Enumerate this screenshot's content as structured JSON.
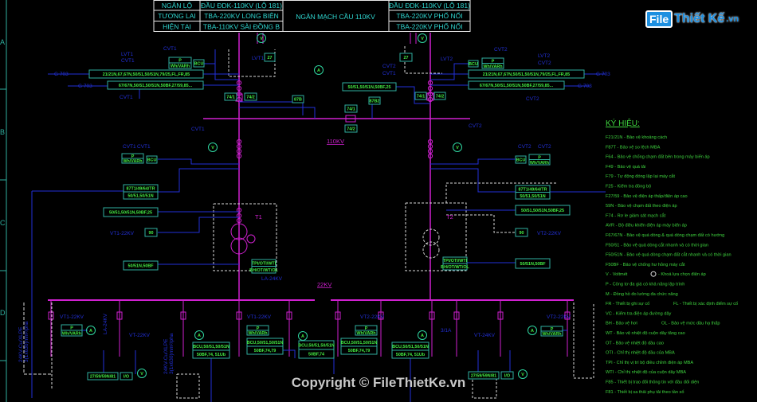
{
  "header_table": {
    "rows": [
      [
        "NGĂN LỘ",
        "ĐẦU ĐDK-110KV (LỘ 181)",
        "ĐẦU ĐDK-110KV (LỘ 181)"
      ],
      [
        "TƯƠNG LAI",
        "TBA-220KV LONG BIÊN",
        "TBA-220KV PHỐ NỐI"
      ],
      [
        "HIỆN TẠI",
        "TBA-110KV SÀI ĐỒNG B",
        "TBA-220KV PHỐ NỐI"
      ]
    ],
    "center": "NGĂN MẠCH CẦU 110KV"
  },
  "watermark": {
    "icon_text": "File",
    "text": "Thiết Kế",
    "suffix": ".vn"
  },
  "ruler": [
    "A",
    "B",
    "C",
    "D"
  ],
  "buses": {
    "hv": "110KV",
    "mv": "22KV"
  },
  "relays": {
    "l_p": [
      "P",
      "Wh/VARh"
    ],
    "l_bcu": "BCU",
    "l_main1": "21/21N,67,67N,50/51,50/51N,79/25,FL,FR,85",
    "l_main2": "67/67N,50/51,50/51N,50BF,27/59,85...",
    "l_27": "27",
    "l_741": "74/1",
    "l_742": "74/2",
    "b_87b": "87B",
    "b_87b2": "87B2",
    "b_741": "74/1",
    "b_742": "74/2",
    "b_oc": "50/51,50/51N,50BF,25",
    "r_27": "27",
    "r_bcu": "BCU",
    "r_p": [
      "P",
      "Wh/VARh"
    ],
    "r_main1": "21/21N,67,67N,50/51,50/51N,79/25,FL,FR,85",
    "r_main2": "67/67N,50/51,50/51N,50BF,27/59,85...",
    "r_741": "74/1",
    "r_742": "74/2",
    "t1_p": [
      "P",
      "Wh/VARh"
    ],
    "t1_bcu": "BCU",
    "t1_diff": [
      "87T1/49/64/TR",
      "50/51,50/51N"
    ],
    "t1_oc": "50/51,50/51N,50BF,25",
    "t1_90": "90",
    "t1_ef": "50/51N,50BF",
    "t1_ind": [
      "TPI/OTI/WTI",
      "BH/OT/WT/OL"
    ],
    "t2_bcu": "BCU",
    "t2_p": [
      "P",
      "Wh/VARh"
    ],
    "t2_diff": [
      "87T1/49/64/TR",
      "50/51,50/51N"
    ],
    "t2_oc": "50/51,50/51N,50BF,25",
    "t2_90": "90",
    "t2_ef": "50/51N,50BF",
    "t2_ind": [
      "TPI/OTI/WTI",
      "BH/OT/WT/OL"
    ],
    "f1_p": [
      "P",
      "Wh/VARh"
    ],
    "f1_vt": "27/59/59N/81",
    "f1_io": "I/O",
    "f2": [
      "BCU,50/51,50/51N",
      "50BF,74, 51Ub"
    ],
    "f3_p": [
      "P",
      "Wh/VARh"
    ],
    "f3": [
      "BCU,50/51,50/51N",
      "50BF,74,79"
    ],
    "f4": [
      "BCU,50/51,50/51N",
      "50BF,74"
    ],
    "f5_p": [
      "P",
      "Wh/VARh"
    ],
    "f5": [
      "BCU,50/51,50/51N",
      "50BF,74,79"
    ],
    "f6": [
      "BCU,50/51,50/51N",
      "50BF,74, 51Ub"
    ],
    "f7_vt": "27/59/59N/81",
    "f7_io": "I/O",
    "f8_p": [
      "P",
      "Wh/VARh"
    ]
  },
  "labels": {
    "cvt1": "CVT1",
    "lvt1": "LVT1",
    "cvt2": "CVT2",
    "lvt2": "LVT2",
    "g703": "G 703",
    "t1": "T1",
    "t2": "T2",
    "vt1_22": "VT1-22KV",
    "vt2_22": "VT2-22KV",
    "vt_22": "VT-22KV",
    "vt_24": "VT-24KV",
    "la_24": "LA-24KV",
    "cable": "24KV-Cu/XLPE",
    "cable2": "3(1x630)mm²/pha",
    "ct": "3/1A",
    "v": "V",
    "a": "A"
  },
  "legend": {
    "title": "KÝ HIỆU:",
    "items": [
      "F21/21N - Bảo vệ khoảng cách",
      "F87T - Bảo vệ so lệch MBA",
      "F64 - Bảo vệ chống chạm đất bên trong máy biến áp",
      "F49 - Bảo vệ quá tải",
      "F79 - Tự động đóng lặp lại máy cắt",
      "F25 - Kiểm tra đồng bộ",
      "F27/59 - Bảo vệ điện áp thấp/điện áp cao",
      "59N - Bảo vệ chạm đất theo điện áp",
      "F74 - Rơ le giám sát mạch cắt",
      "AVR - Bộ điều khiển điện áp máy biến áp",
      "F67/67N - Bảo vệ quá dòng & quá dòng chạm đất có hướng",
      "F50/51 - Bảo vệ quá dòng cắt nhanh và có thời gian",
      "F50/51N - Bảo vệ quá dòng chạm đất cắt nhanh và có thời gian",
      "F50BF - Bảo vệ chống hư hỏng máy cắt",
      "V - Voltmét",
      "P - Công tơ đa giá có khả năng lập trình",
      "M - Đồng hồ đo lường đa chức năng",
      "FR - Thiết bị ghi sự cố",
      "VC - Kiểm tra điện áp đường dây",
      "BH - Bảo vệ hơi",
      "WT - Bảo vệ nhiệt độ cuộn dây tăng cao",
      "OT - Bảo vệ nhiệt độ dầu cao",
      "OTI - Chỉ thị nhiệt độ dầu của MBA",
      "TPI - Chỉ thị vị trí bộ điều chỉnh điện áp MBA",
      "WTI - Chỉ thị nhiệt độ của cuộn dây MBA",
      "F85 - Thiết bị trao đổi thông tin với đầu đối diện",
      "F81 - Thiết bị sa thải phụ tải theo tần số"
    ],
    "extras": {
      "v_sel": "- Khoá lựa chọn điện áp",
      "fl": "FL - Thiết bị xác định điểm sự cố",
      "ol": "OL - Bảo vệ mức dầu hạ thấp"
    }
  },
  "copyright": "Copyright © FileThietKe.vn",
  "colors": {
    "background": "#000000",
    "hv_bus": "#d020d0",
    "control_wire": "#2230d8",
    "relay_border": "#2fb0a0",
    "relay_text": "#45ee45",
    "legend": "#3fd63f"
  }
}
